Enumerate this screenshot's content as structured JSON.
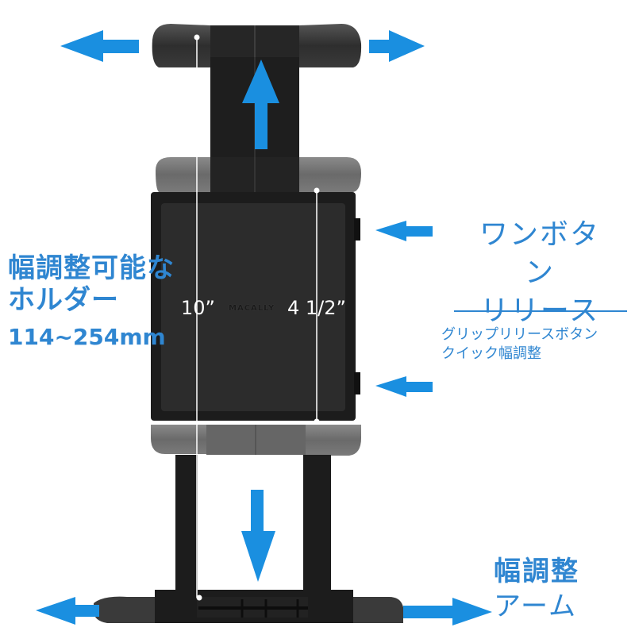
{
  "product": {
    "brand": "MACALLY",
    "dimension_left": "10”",
    "dimension_right": "4 1/2”"
  },
  "labels": {
    "adjustable_holder": {
      "line1": "幅調整可能な",
      "line2": "ホルダー",
      "range": "114~254mm"
    },
    "one_button_release": {
      "line1": "ワンボタン",
      "line2": "リリース"
    },
    "grip_release": {
      "line1": "グリップリリースボタン",
      "line2": "クイック幅調整"
    },
    "adjustable_arm": {
      "line1": "幅調整",
      "line2": "アーム"
    }
  },
  "colors": {
    "accent_blue": "#2f86d1",
    "arrow_blue": "#1a8fe0",
    "body_black": "#1c1c1c",
    "grip_gray": "#6e6e6e"
  },
  "icons": {
    "arrow_left_top": "arrow-left-icon",
    "arrow_right_top": "arrow-right-icon",
    "arrow_up": "arrow-up-icon",
    "arrow_down": "arrow-down-icon",
    "arrow_left_bottom": "arrow-left-icon",
    "arrow_right_bottom": "arrow-right-icon",
    "arrow_release_upper": "arrow-left-icon",
    "arrow_release_lower": "arrow-left-icon"
  }
}
